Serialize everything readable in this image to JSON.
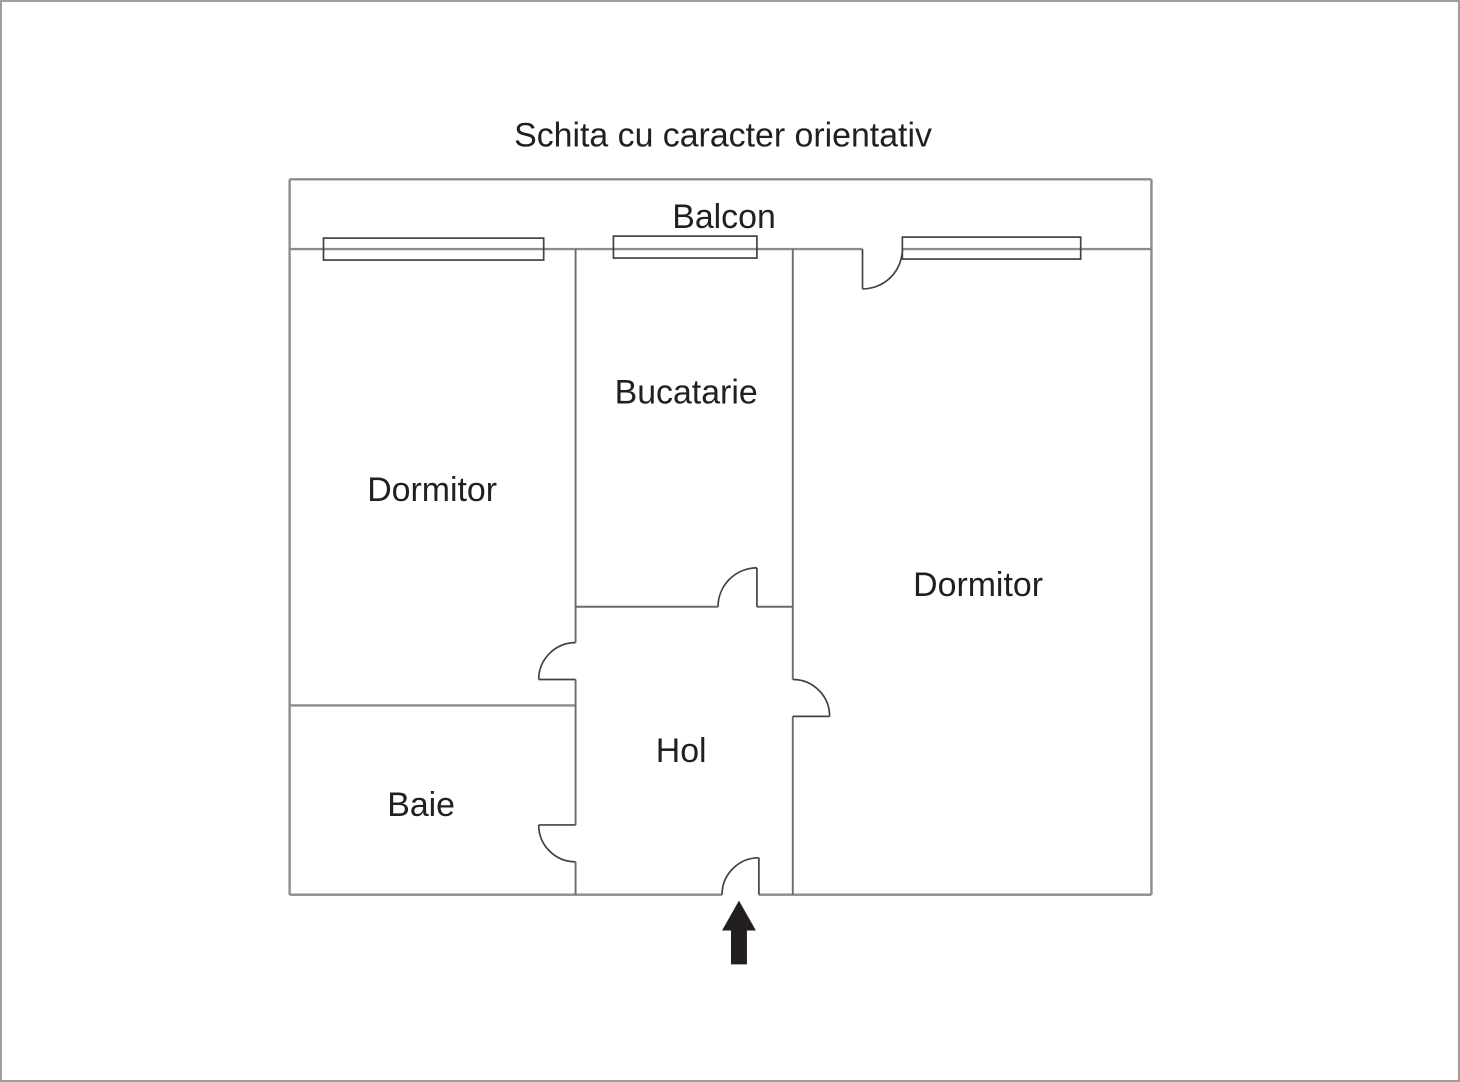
{
  "title": "Schita cu caracter orientativ",
  "rooms": {
    "balcon": {
      "label": "Balcon"
    },
    "dormitor_left": {
      "label": "Dormitor"
    },
    "bucatarie": {
      "label": "Bucatarie"
    },
    "dormitor_right": {
      "label": "Dormitor"
    },
    "baie": {
      "label": "Baie"
    },
    "hol": {
      "label": "Hol"
    }
  },
  "colors": {
    "background": "#ffffff",
    "canvas_border": "#9e9e9e",
    "wall": "#8c8c8c",
    "partition": "#6b6b6b",
    "symbol": "#424242",
    "text": "#231f20",
    "arrow": "#231f20"
  }
}
